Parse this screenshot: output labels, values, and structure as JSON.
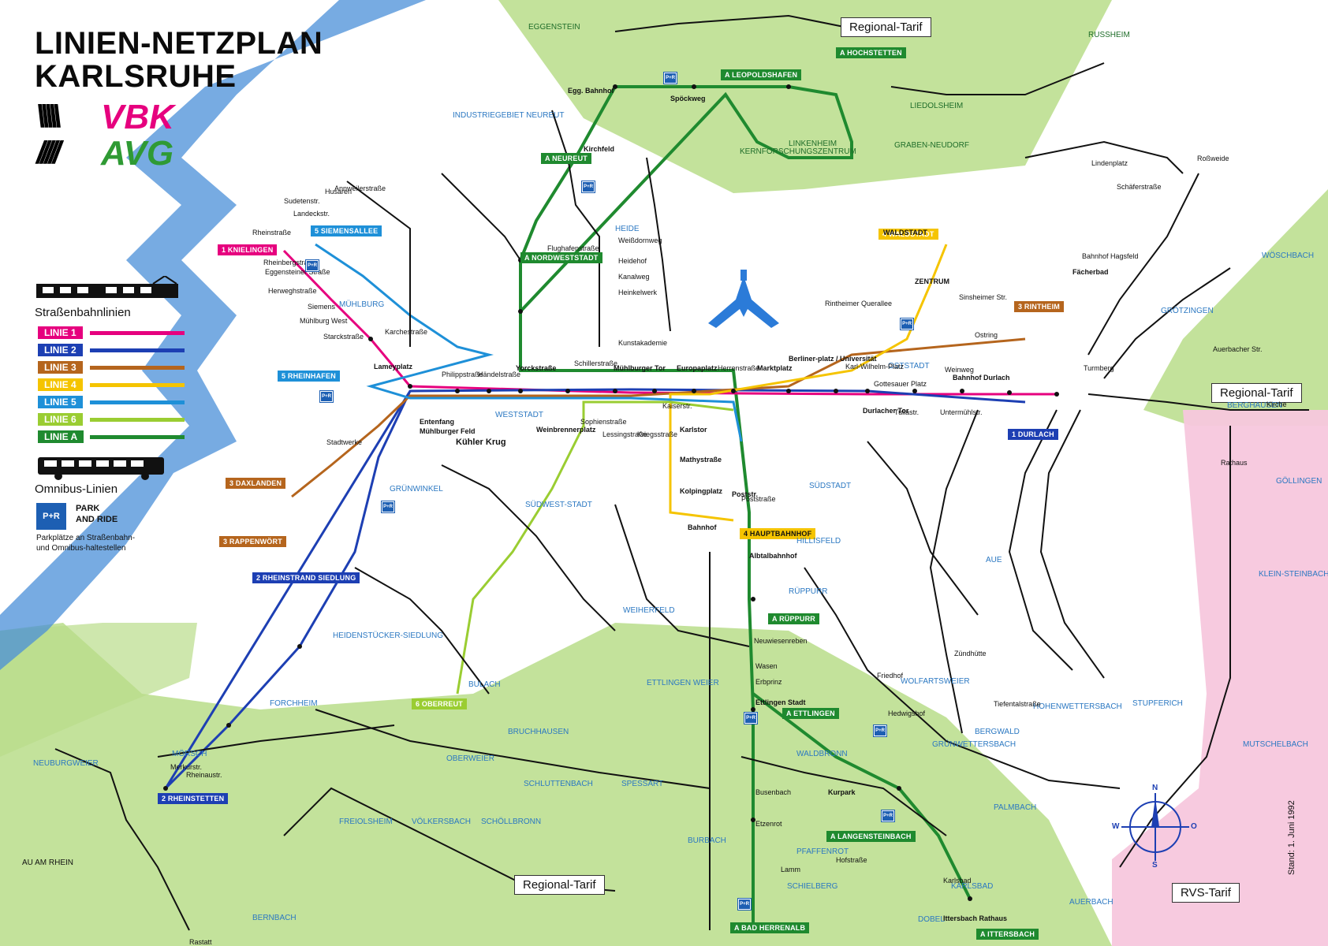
{
  "title": {
    "line1": "LINIEN-NETZPLAN",
    "line2": "KARLSRUHE"
  },
  "logos": {
    "slashes1": "\\\\\\\\\\",
    "vbk": "VBK",
    "slashes2": "/////",
    "avg": "AVG"
  },
  "legend": {
    "tram_heading": "Straßenbahnlinien",
    "bus_heading": "Omnibus-Linien",
    "lines": [
      {
        "label": "LINIE 1",
        "color": "#e6007e"
      },
      {
        "label": "LINIE 2",
        "color": "#1d3fb3"
      },
      {
        "label": "LINIE 3",
        "color": "#b5651d"
      },
      {
        "label": "LINIE 4",
        "color": "#f5c400"
      },
      {
        "label": "LINIE 5",
        "color": "#1e90d8"
      },
      {
        "label": "LINIE 6",
        "color": "#9acd32"
      },
      {
        "label": "LINIE A",
        "color": "#1f8a2f"
      }
    ],
    "park_ride": {
      "icon": "P+R",
      "title_l1": "PARK",
      "title_l2": "AND RIDE",
      "desc": "Parkplätze an Straßenbahn- und Omnibus-haltestellen"
    }
  },
  "tariff_labels": {
    "top": "Regional-Tarif",
    "right": "Regional-Tarif",
    "bottom": "Regional-Tarif",
    "rvs": "RVS-Tarif"
  },
  "stand": "Stand: 1. Juni 1992",
  "compass": {
    "n": "N",
    "s": "S",
    "w": "W",
    "o": "O"
  },
  "colors": {
    "river": "#4a8fd8",
    "regional": "#b9dd8a",
    "rvs": "#f7c7dd",
    "bus": "#111111",
    "line_a": "#1f8a2f"
  },
  "terminus_badges": [
    {
      "text": "1 KNIELINGEN",
      "color": "#e6007e"
    },
    {
      "text": "5 SIEMENSALLEE",
      "color": "#1e90d8"
    },
    {
      "text": "5 RHEINHAFEN",
      "color": "#1e90d8"
    },
    {
      "text": "3 DAXLANDEN",
      "color": "#b5651d"
    },
    {
      "text": "3 RAPPENWÖRT",
      "color": "#b5651d"
    },
    {
      "text": "2 RHEINSTRAND SIEDLUNG",
      "color": "#1d3fb3"
    },
    {
      "text": "2 RHEINSTETTEN",
      "color": "#1d3fb3"
    },
    {
      "text": "A NORDWESTSTADT",
      "color": "#1f8a2f"
    },
    {
      "text": "A NEUREUT",
      "color": "#1f8a2f"
    },
    {
      "text": "A LEOPOLDSHAFEN",
      "color": "#1f8a2f"
    },
    {
      "text": "A HOCHSTETTEN",
      "color": "#1f8a2f"
    },
    {
      "text": "4 WALDSTADT",
      "color": "#f5c400"
    },
    {
      "text": "3 RINTHEIM",
      "color": "#b5651d"
    },
    {
      "text": "1 DURLACH",
      "color": "#1d3fb3"
    },
    {
      "text": "4 HAUPTBAHNHOF",
      "color": "#f5c400"
    },
    {
      "text": "6 OBERREUT",
      "color": "#9acd32"
    },
    {
      "text": "A RÜPPURR",
      "color": "#1f8a2f"
    },
    {
      "text": "A ETTLINGEN",
      "color": "#1f8a2f"
    },
    {
      "text": "A LANGENSTEINBACH",
      "color": "#1f8a2f"
    },
    {
      "text": "A BAD HERRENALB",
      "color": "#1f8a2f"
    },
    {
      "text": "A ITTERSBACH",
      "color": "#1f8a2f"
    }
  ],
  "districts": [
    "EGGENSTEIN",
    "INDUSTRIEGEBIET NEUREUT",
    "RUSSHEIM",
    "LIEDOLSHEIM",
    "LINKENHEIM",
    "KERNFORSCHUNGSZENTRUM",
    "GRABEN-NEUDORF",
    "HEIDE",
    "MÜHLBURG",
    "WESTSTADT",
    "GRÜNWINKEL",
    "SÜDWEST-STADT",
    "OSTSTADT",
    "SÜDSTADT",
    "RÜPPURR",
    "WEIHERFELD",
    "HEIDENSTÜCKER-SIEDLUNG",
    "BULACH",
    "FORCHHEIM",
    "MÖRSCH",
    "NEUBURGWEIER",
    "BRUCHHAUSEN",
    "OBERWEIER",
    "SCHLUTTENBACH",
    "SPESSART",
    "ETTLINGEN WEIER",
    "FREIOLSHEIM",
    "VÖLKERSBACH",
    "SCHÖLLBRONN",
    "BURBACH",
    "WALDBRONN",
    "GRÜNWETTERSBACH",
    "BERGWALD",
    "HOHENWETTERSBACH",
    "WOLFARTSWEIER",
    "AUE",
    "HILLISFELD",
    "GRÖTZINGEN",
    "BERGHAUSEN",
    "WÖSCHBACH",
    "GÖLLINGEN",
    "KLEIN-STEINBACH",
    "STUPFERICH",
    "PALMBACH",
    "KARLSBAD",
    "AUERBACH",
    "DOBEL",
    "BERNBACH",
    "SCHIELBERG",
    "PFAFFENROT",
    "MUTSCHELBACH",
    "AU AM RHEIN",
    "ZENTRUM",
    "WALDSTADT"
  ],
  "stops_bold": [
    "Lameyplatz",
    "Entenfang",
    "Mühlburger Feld",
    "Kühler Krug",
    "Yorckstraße",
    "Mühlburger Tor",
    "Europaplatz",
    "Marktplatz",
    "Berliner-platz / Universität",
    "Durlacher Tor",
    "Bahnhof Durlach",
    "Karlstor",
    "Mathystraße",
    "Kolpingplatz",
    "Poststr.",
    "Bahnhof",
    "Ettlingen Stadt",
    "Spöckweg",
    "Kirchfeld",
    "Weinbrennerplatz",
    "Albtalbahnhof",
    "Egg. Bahnhof"
  ],
  "stops": [
    "Annweilerstraße",
    "Husaren",
    "Sudetenstr.",
    "Landeckstr.",
    "Rheinstraße",
    "Rheinbergstraße",
    "Eggensteiner Straße",
    "Herweghstraße",
    "Siemens",
    "Mühlburg West",
    "Starckstraße",
    "Karchestraße",
    "Philippstraße",
    "Händelstraße",
    "Schillerstraße",
    "Herrenstraße",
    "Kaiserstr.",
    "Sophienstraße",
    "Lessingstraße",
    "Kriegsstraße",
    "Poststraße",
    "Weißdornweg",
    "Heidehof",
    "Kanalweg",
    "Heinkelwerk",
    "Kunstakademie",
    "Flughafenstraße",
    "Tullastr.",
    "Untermühlstr.",
    "Weinweg",
    "Gottesauer Platz",
    "Karl-Wilhelm-Platz",
    "Rintheimer Querallee",
    "Sinsheimer Str.",
    "Ostring",
    "Fächerbad",
    "Bahnhof Hagsfeld",
    "Schäferstraße",
    "Roßweide",
    "Lindenplatz",
    "Turmberg",
    "Auerbacher Str.",
    "Rathaus",
    "Friedhof",
    "Kirche",
    "Zündhütte",
    "Tiefentalstraße",
    "Hedwigshof",
    "Neuwiesenreben",
    "Wasen",
    "Erbprinz",
    "Busenbach",
    "Etzenrot",
    "Kurpark",
    "Karlsbad",
    "Ittersbach Rathaus",
    "Lamm",
    "Hofstraße",
    "Stadtwerke",
    "Merkurstr.",
    "Rheinaustr.",
    "Rastatt"
  ]
}
